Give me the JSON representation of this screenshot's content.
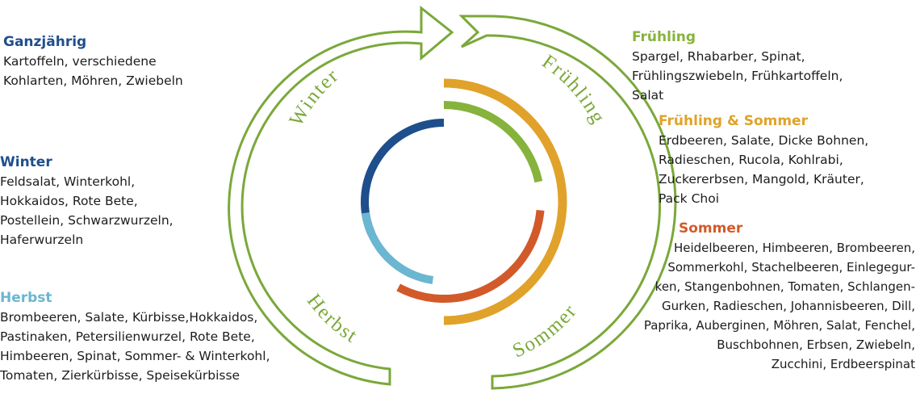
{
  "colors": {
    "ganzjaehrig": "#1f4e8c",
    "winter": "#1f4e8c",
    "herbst": "#6bb6d0",
    "fruehling": "#86b33c",
    "fruehling_sommer": "#e0a22a",
    "sommer": "#d25a2a",
    "cycle": "#7aa83a"
  },
  "cycle_labels": {
    "winter": "Winter",
    "fruehling": "Frühling",
    "sommer": "Sommer",
    "herbst": "Herbst"
  },
  "seasons": {
    "ganzjaehrig": {
      "title": "Ganzjährig",
      "lines": [
        "Kartoffeln, verschiedene",
        "Kohlarten, Möhren, Zwiebeln"
      ]
    },
    "winter": {
      "title": "Winter",
      "lines": [
        "Feldsalat, Winterkohl,",
        "Hokkaidos, Rote Bete,",
        "Postellein, Schwarzwurzeln,",
        "Haferwurzeln"
      ]
    },
    "herbst": {
      "title": "Herbst",
      "lines": [
        "Brombeeren, Salate, Kürbisse,Hokkaidos,",
        "Pastinaken, Petersilienwurzel, Rote Bete,",
        "Himbeeren, Spinat, Sommer- & Winterkohl,",
        "Tomaten, Zierkürbisse, Speisekürbisse"
      ]
    },
    "fruehling": {
      "title": "Frühling",
      "lines": [
        "Spargel, Rhabarber, Spinat,",
        "Frühlingszwiebeln, Frühkartoffeln,",
        "Salat"
      ]
    },
    "fruehling_sommer": {
      "title": "Frühling & Sommer",
      "lines": [
        "Erdbeeren, Salate, Dicke Bohnen,",
        "Radieschen, Rucola, Kohlrabi,",
        "Zuckererbsen, Mangold, Kräuter,",
        "Pack Choi"
      ]
    },
    "sommer": {
      "title": "Sommer",
      "lines": [
        "Heidelbeeren, Himbeeren, Brombeeren,",
        "Sommerkohl, Stachelbeeren, Einlegegur-",
        "ken, Stangenbohnen, Tomaten, Schlangen-",
        "Gurken, Radieschen, Johannisbeeren, Dill,",
        "Paprika, Auberginen, Möhren, Salat, Fenchel,",
        "Buschbohnen, Erbsen, Zwiebeln,",
        "Zucchini, Erdbeerspinat"
      ]
    }
  }
}
